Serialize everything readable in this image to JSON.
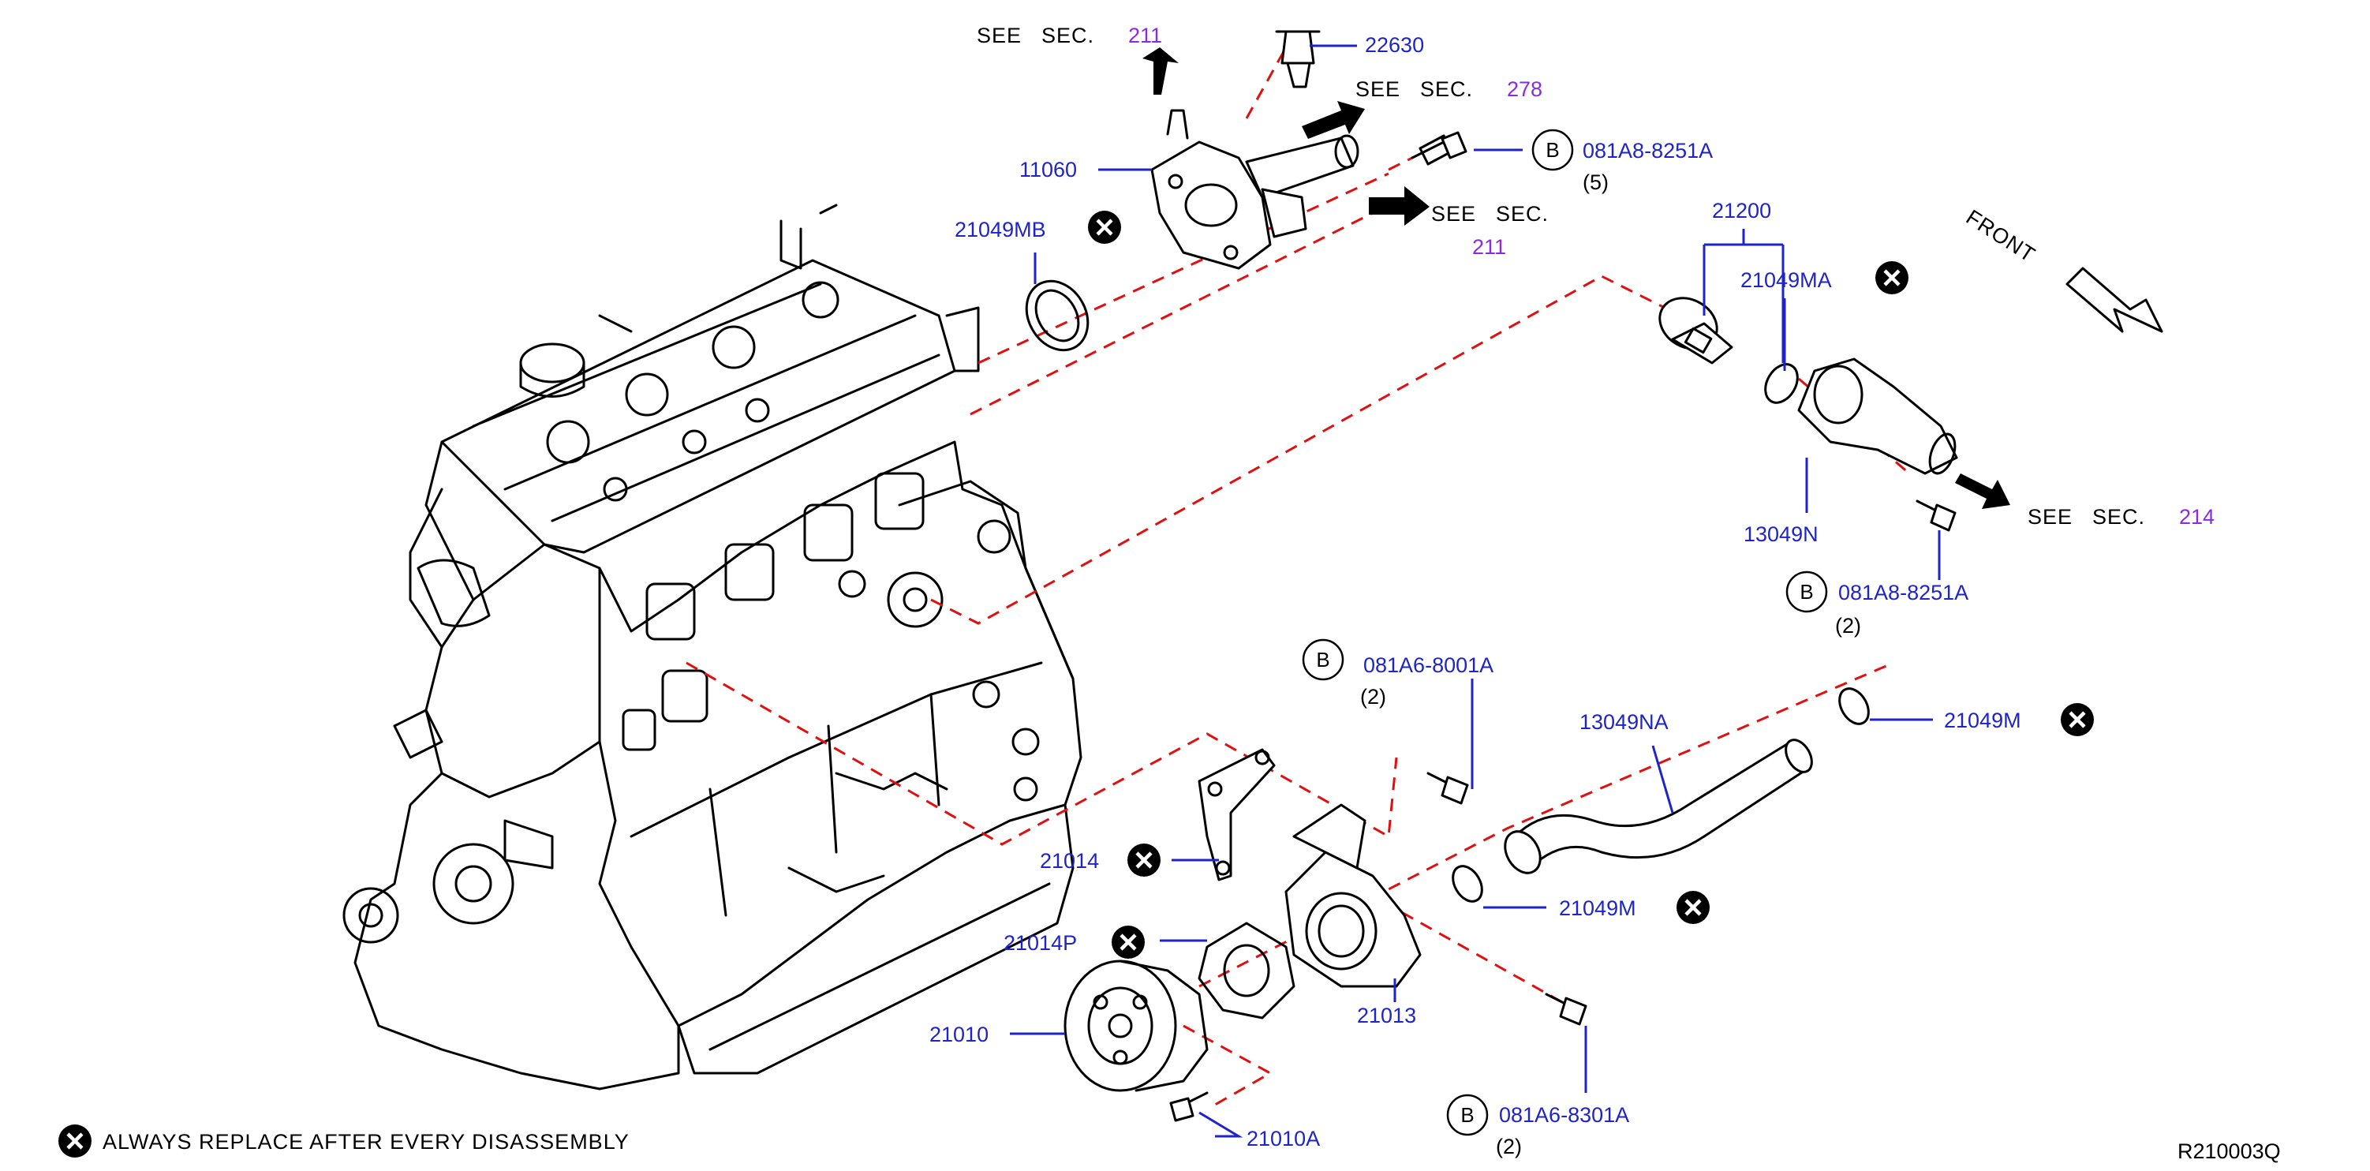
{
  "diagram_id": "R210003Q",
  "legend_text": "ALWAYS REPLACE AFTER EVERY DISASSEMBLY",
  "front_label": "FRONT",
  "see_prefix": "SEE",
  "sec_word": "SEC.",
  "see_refs": [
    "211",
    "278",
    "211",
    "214"
  ],
  "bolt_badge": "B",
  "part_labels": {
    "p22630": "22630",
    "p11060": "11060",
    "p21049MB": "21049MB",
    "p081A8_8251A_a": "081A8-8251A",
    "p081A8_8251A_b": "081A8-8251A",
    "p21200": "21200",
    "p21049MA": "21049MA",
    "p13049N": "13049N",
    "p081A6_8001A": "081A6-8001A",
    "p13049NA": "13049NA",
    "p21049M_a": "21049M",
    "p21049M_b": "21049M",
    "p21014": "21014",
    "p21014P": "21014P",
    "p21013": "21013",
    "p21010": "21010",
    "p21010A": "21010A",
    "p081A6_8301A": "081A6-8301A"
  },
  "quantities": {
    "q_081A8_top": "(5)",
    "q_081A8_right": "(2)",
    "q_081A6_8001A": "(2)",
    "q_081A6_8301A": "(2)"
  },
  "colors": {
    "part_number": "#1f24c8",
    "section_ref": "#8a2be2",
    "guide_line": "#e01010",
    "linework": "#000000"
  }
}
